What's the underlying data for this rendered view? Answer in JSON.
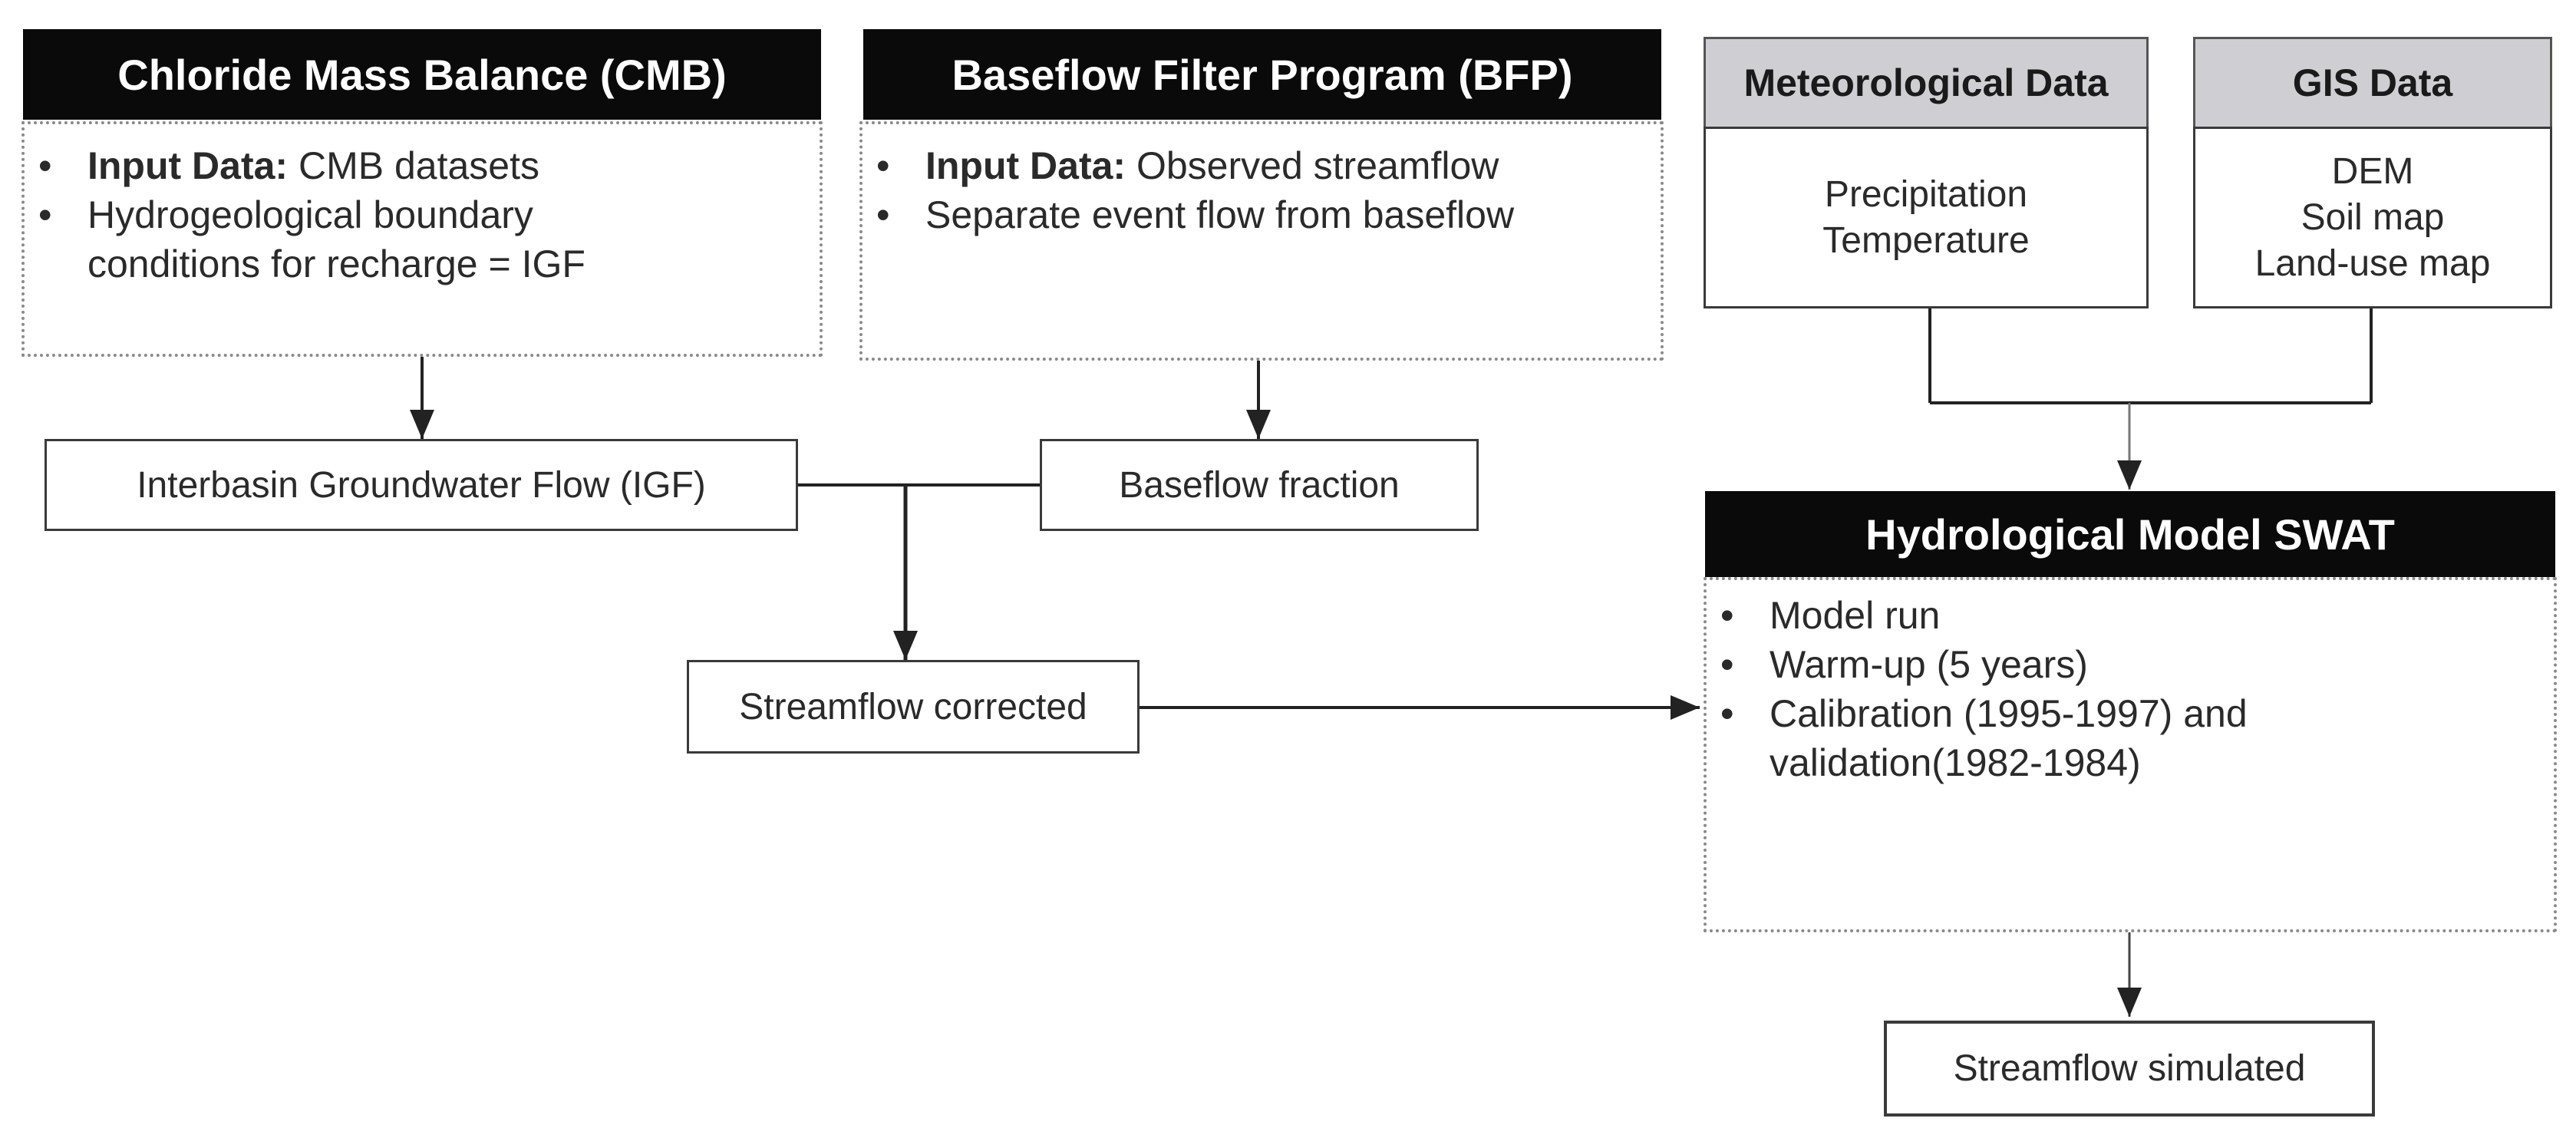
{
  "cmb": {
    "title": "Chloride Mass Balance (CMB)",
    "input_label": "Input Data:",
    "input_value": " CMB datasets",
    "item2_line1": "Hydrogeological boundary",
    "item2_line2": "conditions for recharge = IGF"
  },
  "bfp": {
    "title": "Baseflow Filter Program (BFP)",
    "input_label": "Input Data:",
    "input_value": " Observed streamflow",
    "item2": "Separate event flow from baseflow"
  },
  "meteo": {
    "title": "Meteorological Data",
    "items": [
      "Precipitation",
      "Temperature"
    ]
  },
  "gis": {
    "title": "GIS Data",
    "items": [
      "DEM",
      "Soil map",
      "Land-use map"
    ]
  },
  "igf": {
    "label": "Interbasin Groundwater Flow (IGF)"
  },
  "baseflow": {
    "label": "Baseflow fraction"
  },
  "corrected": {
    "label": "Streamflow corrected"
  },
  "swat": {
    "title": "Hydrological Model SWAT",
    "items": [
      "Model run",
      "Warm-up (5 years)",
      "Calibration (1995-1997) and",
      "validation(1982-1984)"
    ]
  },
  "simulated": {
    "label": "Streamflow simulated"
  }
}
